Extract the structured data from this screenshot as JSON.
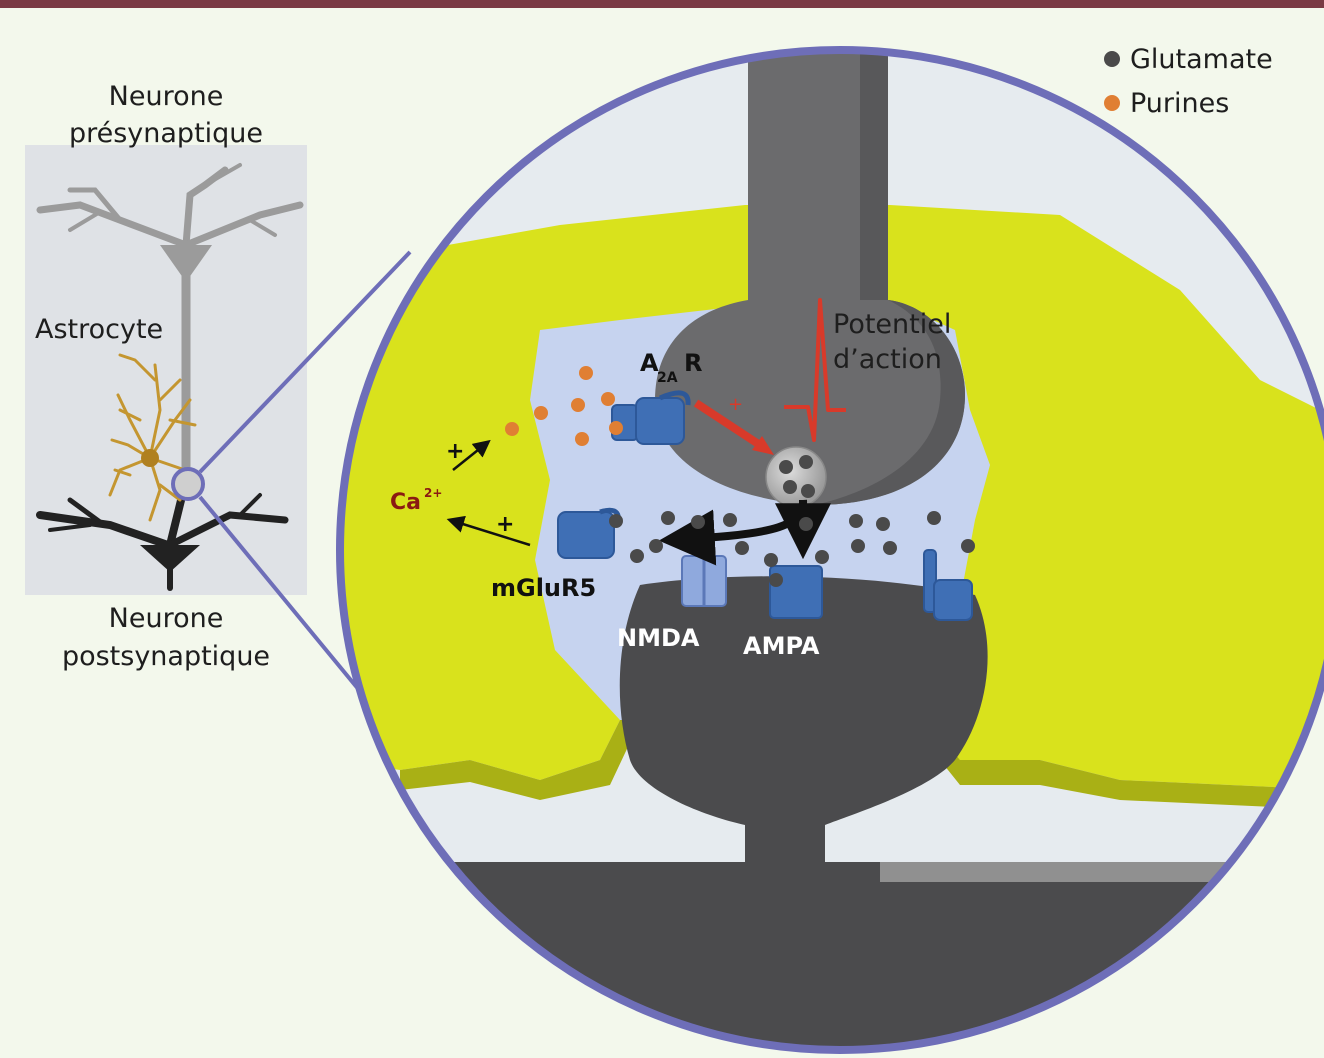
{
  "left_panel": {
    "presynaptic_label": [
      "Neurone",
      "présynaptique"
    ],
    "astrocyte_label": "Astrocyte",
    "postsynaptic_label": [
      "Neurone",
      "postsynaptique"
    ]
  },
  "legend": {
    "glutamate": "Glutamate",
    "purines": "Purines"
  },
  "labels": {
    "action_potential": [
      "Potentiel",
      "d’action"
    ],
    "a2a_main": "A",
    "a2a_sub": "2A",
    "a2a_r": "R",
    "plus": "+",
    "calcium": "Ca",
    "calcium_charge": "2+",
    "mglur5": "mGluR5",
    "nmda": "NMDA",
    "ampa": "AMPA"
  },
  "colors": {
    "frame_bar": "#7a3a44",
    "background": "#f3f8ec",
    "zoom_circle": "#6e6eb8",
    "astrocyte_yellow": "#d9e21c",
    "cleft_blue": "#c6d3ef",
    "presynaptic_gray": "#6b6b6d",
    "postsynaptic_dark": "#4b4b4d",
    "receptor_blue": "#3f6fb5",
    "purine_orange": "#e07f33",
    "glutamate_dot": "#4a4a4a",
    "action_potential_red": "#d83a2a",
    "calcium_red": "#8a1a12"
  }
}
